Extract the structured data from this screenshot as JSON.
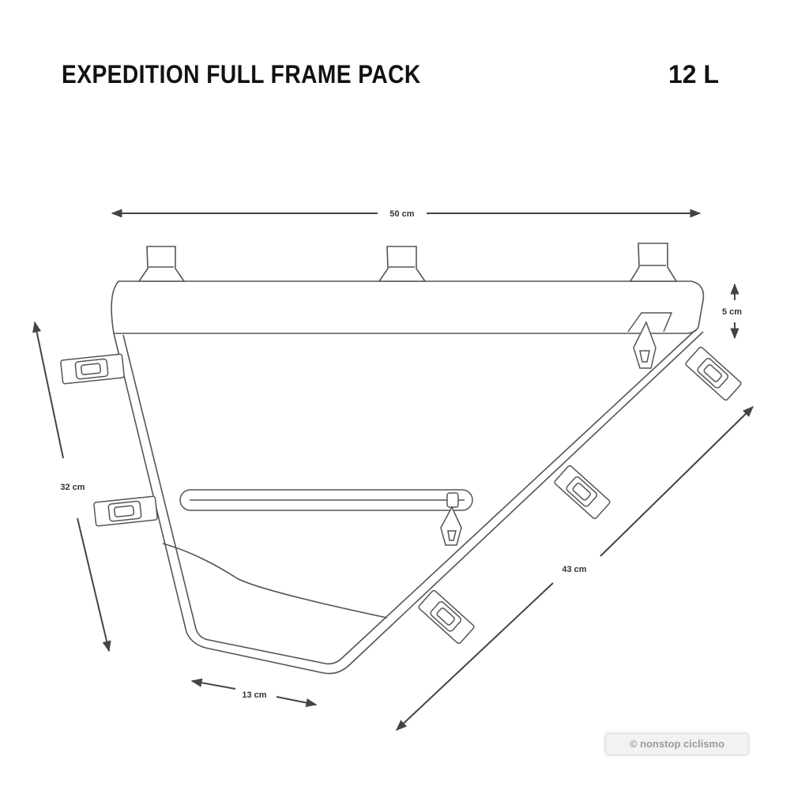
{
  "header": {
    "title": "EXPEDITION FULL FRAME PACK",
    "volume": "12 L"
  },
  "dimensions": {
    "top_length": "50 cm",
    "height": "5 cm",
    "seat_tube": "32 cm",
    "down_tube": "43 cm",
    "bottom": "13 cm"
  },
  "watermark": "© nonstop ciclismo",
  "icons": [
    "strap-icon",
    "zipper-pull-icon",
    "dimension-arrow-icon"
  ],
  "colors": {
    "line": "#555555",
    "text": "#111111"
  }
}
